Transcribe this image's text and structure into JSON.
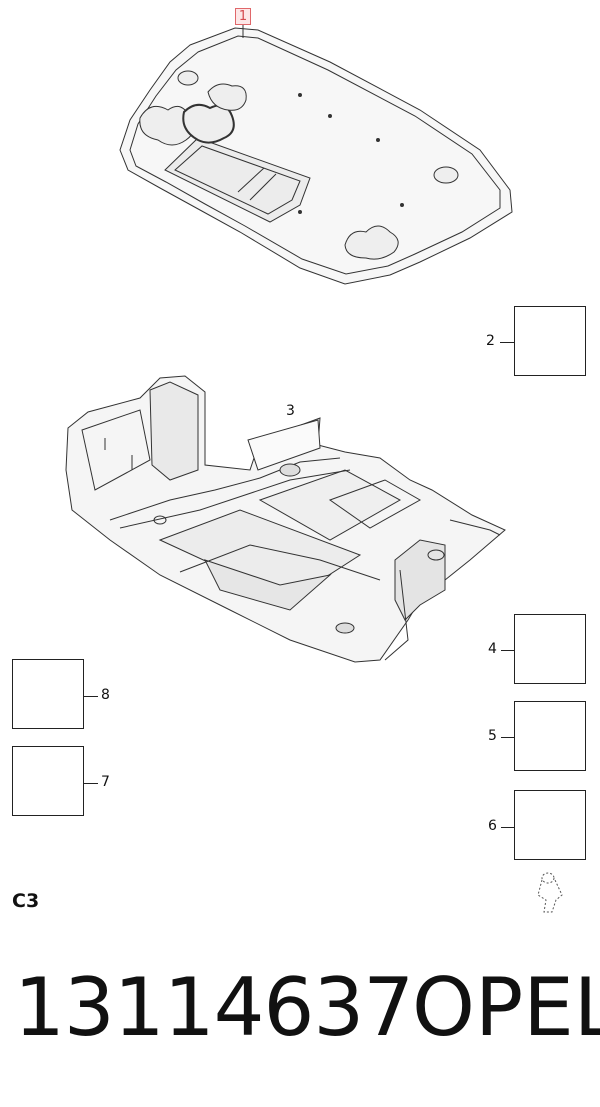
{
  "callouts": {
    "c1": "1",
    "c2": "2",
    "c3": "3",
    "c4": "4",
    "c5": "5",
    "c6": "6",
    "c7": "7",
    "c8": "8"
  },
  "section_code": "C3",
  "part_number": "13114637",
  "brand": "OPEL",
  "colors": {
    "highlight_border": "#e0676a",
    "highlight_fill": "#fde7e7",
    "line": "#222222"
  }
}
